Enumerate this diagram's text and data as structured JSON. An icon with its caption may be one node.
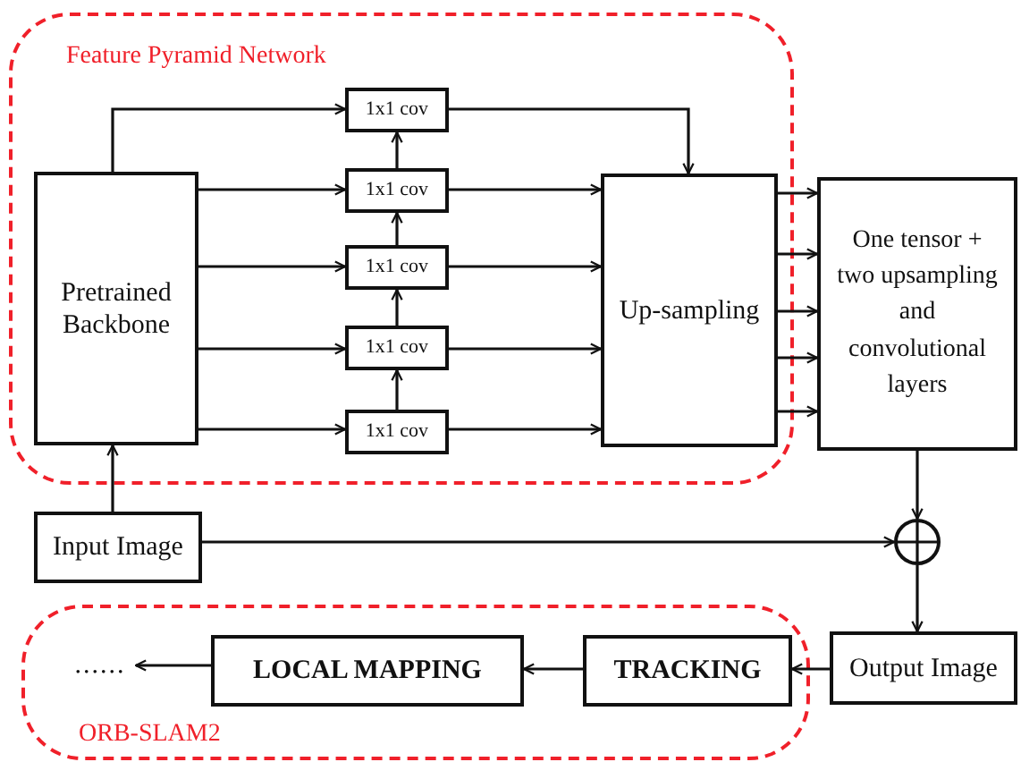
{
  "diagram": {
    "nodes": [
      {
        "text": [
          "Feature Pyramid Network"
        ]
      },
      {
        "text": [
          "Pretrained Backbone"
        ],
        "in": 0
      },
      {
        "text": [
          "1x1 cov"
        ],
        "in": 0
      },
      {
        "text": [
          "1x1 cov"
        ],
        "in": 0
      },
      {
        "text": [
          "1x1 cov"
        ],
        "in": 0
      },
      {
        "text": [
          "1x1 cov"
        ],
        "in": 0
      },
      {
        "text": [
          "1x1 cov"
        ],
        "in": 0
      },
      {
        "text": [
          "Up-sampling"
        ],
        "in": 0
      },
      {
        "text": [
          "One tensor + two upsampling and convolutional layers"
        ]
      },
      {
        "text": [
          "Input Image"
        ]
      },
      {
        "text": [],
        "shape": "circle"
      },
      {
        "text": [
          "Output Image"
        ]
      },
      {
        "text": [
          "ORB-SLAM2"
        ]
      },
      {
        "text": [
          "TRACKING"
        ],
        "in": 12
      },
      {
        "text": [
          "LOCAL MAPPING"
        ],
        "in": 12
      },
      {
        "text": [
          "......"
        ],
        "in": 12
      }
    ],
    "edges": [
      {
        "from": 1,
        "to": 2,
        "arrow": "to"
      },
      {
        "from": 1,
        "to": 3,
        "arrow": "to"
      },
      {
        "from": 1,
        "to": 4,
        "arrow": "to"
      },
      {
        "from": 1,
        "to": 5,
        "arrow": "to"
      },
      {
        "from": 1,
        "to": 6,
        "arrow": "to"
      },
      {
        "from": 6,
        "to": 5,
        "arrow": "to"
      },
      {
        "from": 5,
        "to": 4,
        "arrow": "to"
      },
      {
        "from": 4,
        "to": 3,
        "arrow": "to"
      },
      {
        "from": 3,
        "to": 2,
        "arrow": "to"
      },
      {
        "from": 2,
        "to": 7,
        "arrow": "to"
      },
      {
        "from": 3,
        "to": 7,
        "arrow": "to"
      },
      {
        "from": 4,
        "to": 7,
        "arrow": "to"
      },
      {
        "from": 5,
        "to": 7,
        "arrow": "to"
      },
      {
        "from": 6,
        "to": 7,
        "arrow": "to"
      },
      {
        "from": 7,
        "to": 8,
        "arrow": "to"
      },
      {
        "from": 7,
        "to": 8,
        "arrow": "to"
      },
      {
        "from": 7,
        "to": 8,
        "arrow": "to"
      },
      {
        "from": 7,
        "to": 8,
        "arrow": "to"
      },
      {
        "from": 7,
        "to": 8,
        "arrow": "to"
      },
      {
        "from": 9,
        "to": 1,
        "arrow": "to"
      },
      {
        "from": 8,
        "to": 10,
        "arrow": "to"
      },
      {
        "from": 9,
        "to": 10,
        "arrow": "to"
      },
      {
        "from": 10,
        "to": 11,
        "arrow": "to"
      },
      {
        "from": 11,
        "to": 13,
        "arrow": "to"
      },
      {
        "from": 13,
        "to": 14,
        "arrow": "to"
      },
      {
        "from": 14,
        "to": 15,
        "arrow": "to"
      }
    ]
  }
}
